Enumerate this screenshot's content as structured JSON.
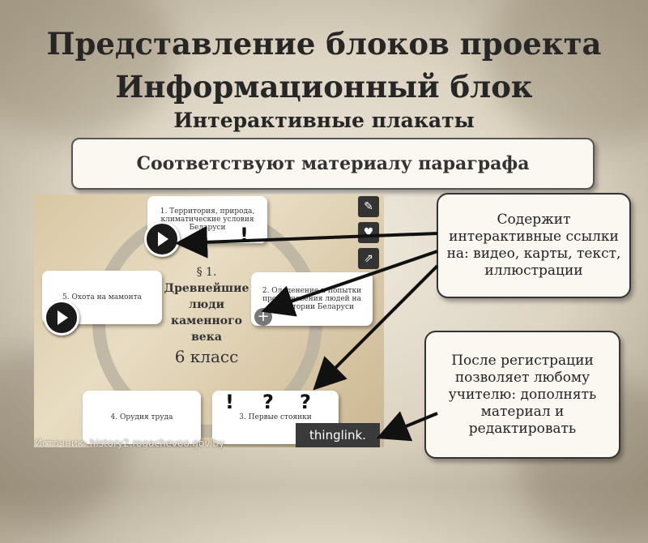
{
  "slide": {
    "title_line1": "Представление блоков проекта",
    "title_line2": "Информационный блок",
    "subtitle": "Интерактивные плакаты",
    "banner": "Соответствуют материалу параграфа"
  },
  "poster": {
    "cards": [
      "1. Территория, природа, климатические условия Беларуси",
      "2. Оледенение и попытки проникновения людей на территории Беларуси",
      "5. Охота на мамонта",
      "4. Орудия труда",
      "3. Первые стоянки"
    ],
    "center": {
      "paragraph": "§ 1.",
      "title": "Древнейшие люди каменного века",
      "grade": "6 класс"
    },
    "marks": [
      "!",
      "!",
      "?",
      "?"
    ],
    "tools": [
      "edit-icon",
      "heart-icon",
      "share-icon"
    ],
    "brand": "thinglink."
  },
  "source": "Источник: history2.rogachevoo.gov.by",
  "notes": {
    "note1": "Содержит интерактивные ссылки на: видео, карты, текст, иллюстрации",
    "note2": "После регистрации позволяет любому учителю: дополнять материал и редактировать"
  }
}
